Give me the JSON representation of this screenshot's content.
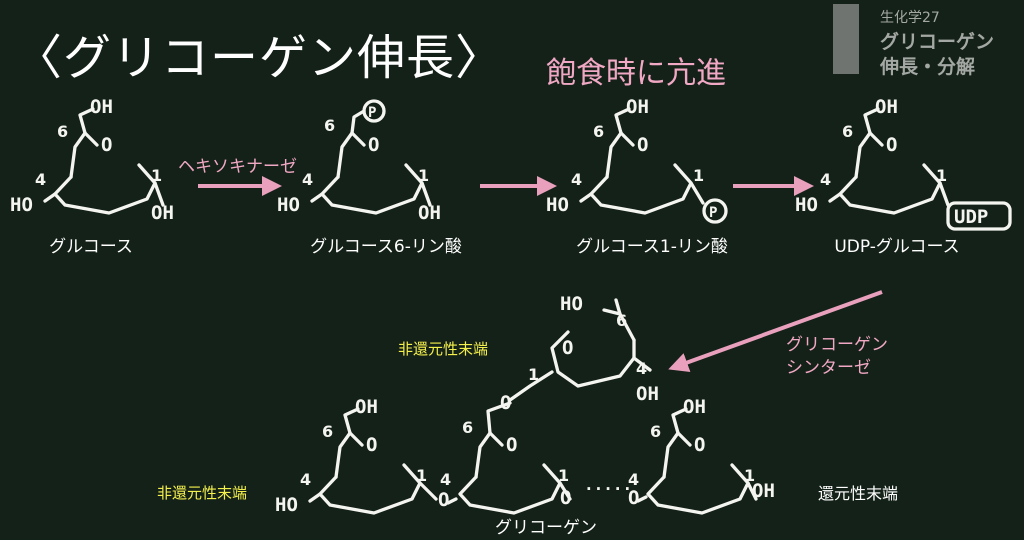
{
  "header": {
    "title": "〈グリコーゲン伸長〉",
    "subtitle": "飽食時に亢進"
  },
  "corner": {
    "course": "生化学27",
    "line1": "グリコーゲン",
    "line2": "伸長・分解"
  },
  "pathway": {
    "glucose": "グルコース",
    "enzyme_hexokinase": "ヘキソキナーゼ",
    "g6p": "グルコース6-リン酸",
    "g1p": "グルコース1-リン酸",
    "udp_glucose": "UDP-グルコース",
    "enzyme_synthase_1": "グリコーゲン",
    "enzyme_synthase_2": "シンターゼ",
    "glycogen": "グリコーゲン",
    "nonreducing_end_top": "非還元性末端",
    "nonreducing_end_left": "非還元性末端",
    "reducing_end": "還元性末端"
  },
  "chem": {
    "oh": "OH",
    "ho": "HO",
    "o": "O",
    "p": "P",
    "udp": "UDP",
    "c1": "1",
    "c4": "4",
    "c6": "6",
    "dots": "·····"
  },
  "colors": {
    "background": "#142118",
    "chalk": "#f4f4f0",
    "arrow_pink": "#e8a0bc",
    "label_yellow": "#f4f04c"
  }
}
